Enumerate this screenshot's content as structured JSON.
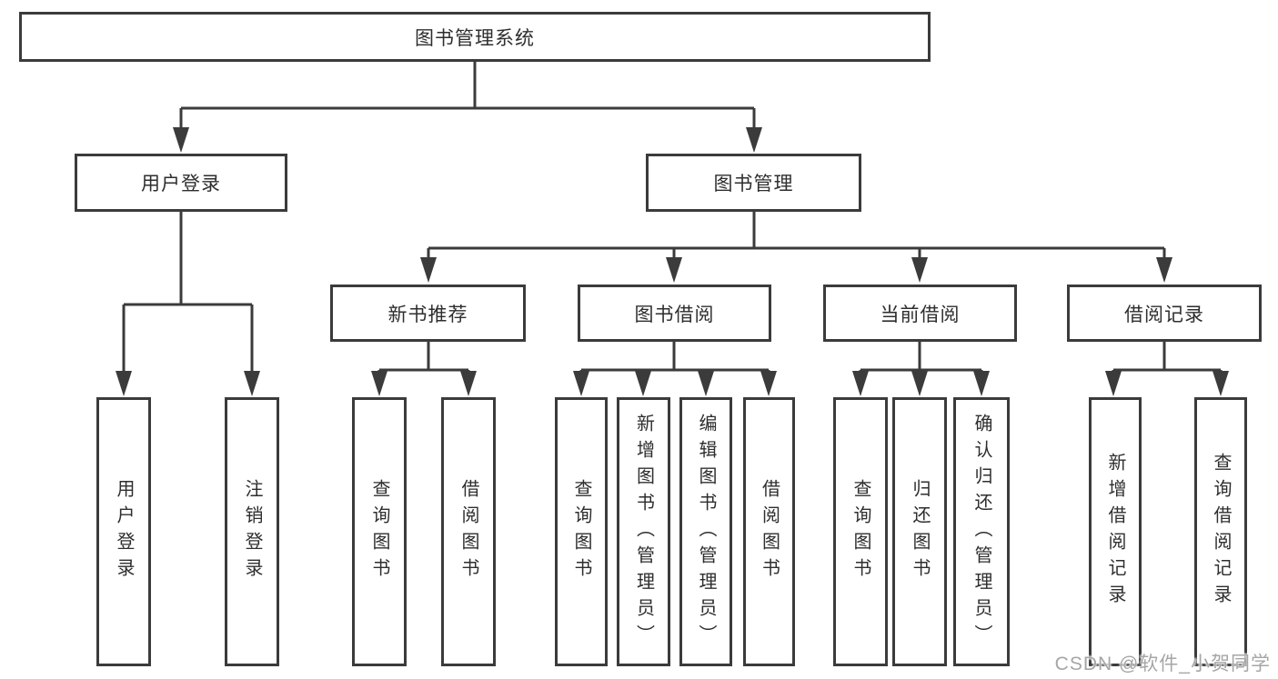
{
  "tree": {
    "root": {
      "label": "图书管理系统"
    },
    "level2": [
      {
        "label": "用户登录",
        "leaves": [
          "用户登录",
          "注销登录"
        ]
      },
      {
        "label": "图书管理",
        "groups": [
          {
            "label": "新书推荐",
            "leaves": [
              "查询图书",
              "借阅图书"
            ]
          },
          {
            "label": "图书借阅",
            "leaves": [
              "查询图书",
              "新增图书（管理员）",
              "编辑图书（管理员）",
              "借阅图书"
            ]
          },
          {
            "label": "当前借阅",
            "leaves": [
              "查询图书",
              "归还图书",
              "确认归还（管理员）"
            ]
          },
          {
            "label": "借阅记录",
            "leaves": [
              "新增借阅记录",
              "查询借阅记录"
            ]
          }
        ]
      }
    ]
  },
  "watermark": "CSDN @软件_小贺同学",
  "colors": {
    "line": "#3b3b3b",
    "text": "#2e2e2e",
    "box_background": "#ffffff",
    "page_background": "#ffffff",
    "watermark": "#a6a6a6"
  }
}
